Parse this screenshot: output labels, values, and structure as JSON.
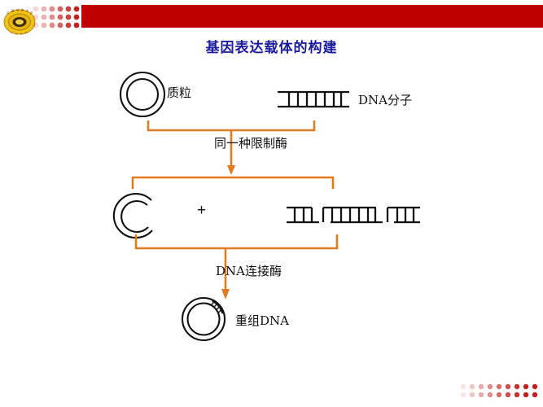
{
  "slide": {
    "title": "基因表达载体的构建",
    "title_color": "#1b1b9e",
    "background": "#ffffff"
  },
  "header": {
    "band_color": "#c00000",
    "logo_name": "university-seal-logo",
    "dots_name": "header-dot-grid",
    "dot_color": "#c32020"
  },
  "footer": {
    "dots_name": "footer-dot-grid",
    "dot_color": "#c32020"
  },
  "diagram": {
    "accent_color": "#e07b20",
    "stroke_color": "#111111",
    "row1": {
      "plasmid_label": "质粒",
      "dna_label": "DNA分子",
      "plasmid_shape": "closed-circular-plasmid",
      "dna_shape": "double-stranded-dna-ladder",
      "dna_rungs": 7
    },
    "step1": {
      "label": "同一种限制酶",
      "arrow": "down-arrow"
    },
    "row2": {
      "cut_plasmid_shape": "linearized-open-plasmid",
      "plus": "+",
      "fragments_shape": "dna-fragments-with-sticky-ends",
      "fragment_count": 3
    },
    "step2": {
      "label": "DNA连接酶",
      "arrow": "down-arrow"
    },
    "row3": {
      "product_label": "重组DNA",
      "product_shape": "recombinant-plasmid-with-insert"
    }
  }
}
